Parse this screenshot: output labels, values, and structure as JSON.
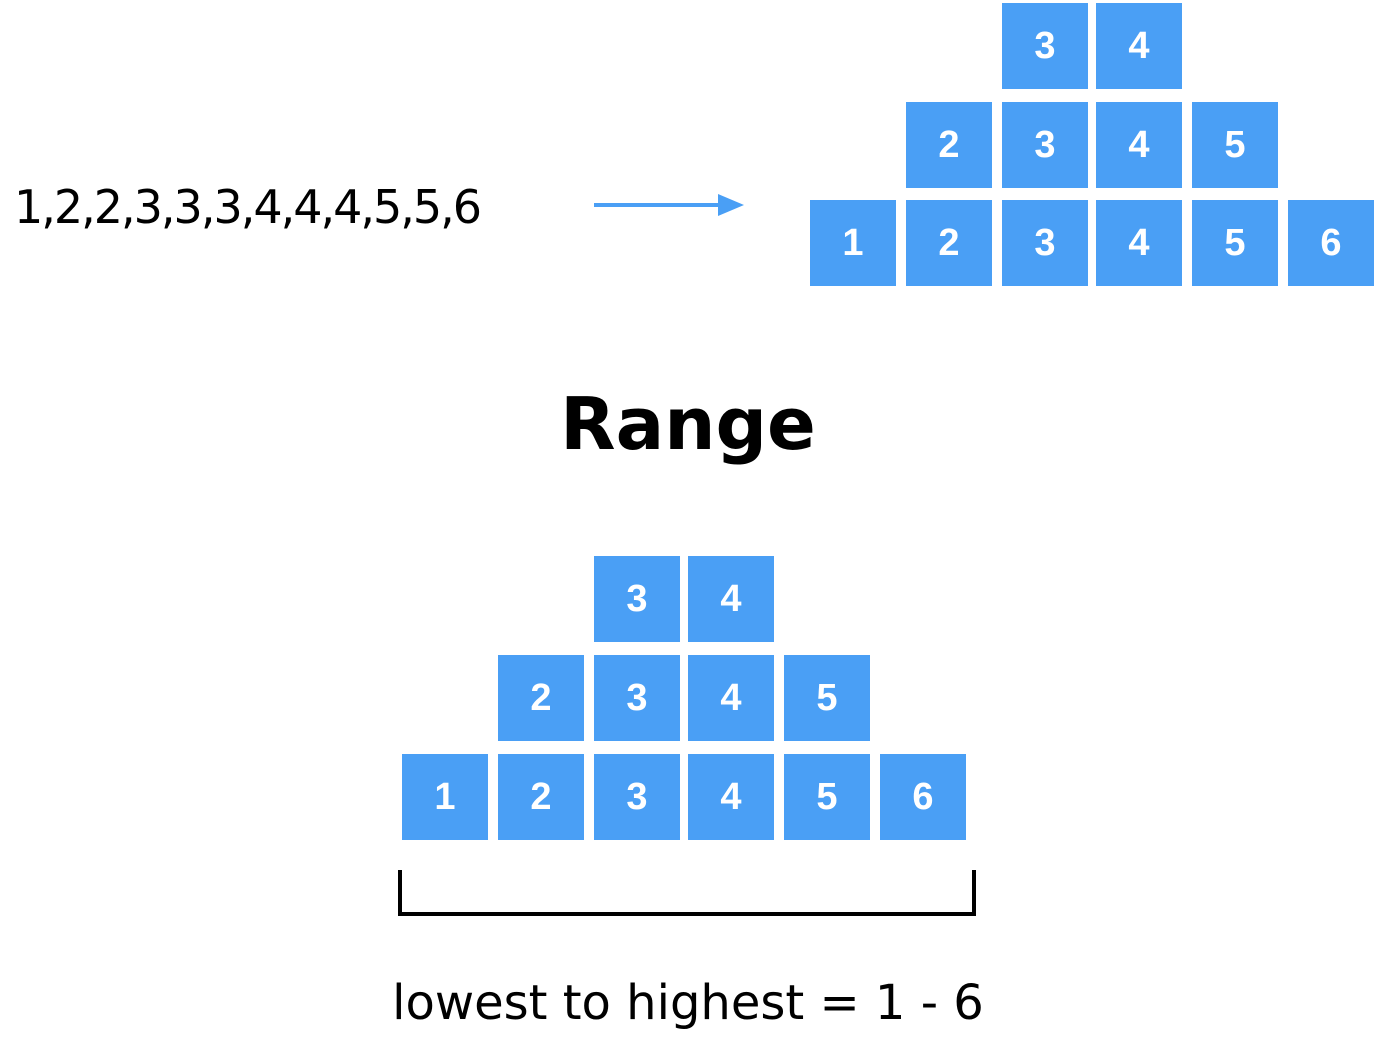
{
  "sequence": "1,2,2,3,3,3,4,4,4,5,5,6",
  "title": "Range",
  "caption": "lowest to highest = 1 - 6",
  "colors": {
    "block": "#4a9ff5",
    "block_text": "#ffffff",
    "arrow": "#4a9ff5",
    "text": "#000000"
  },
  "top_pyramid": {
    "row_top": [
      "3",
      "4"
    ],
    "row_middle": [
      "2",
      "3",
      "4",
      "5"
    ],
    "row_bottom": [
      "1",
      "2",
      "3",
      "4",
      "5",
      "6"
    ]
  },
  "bottom_pyramid": {
    "row_top": [
      "3",
      "4"
    ],
    "row_middle": [
      "2",
      "3",
      "4",
      "5"
    ],
    "row_bottom": [
      "1",
      "2",
      "3",
      "4",
      "5",
      "6"
    ]
  }
}
